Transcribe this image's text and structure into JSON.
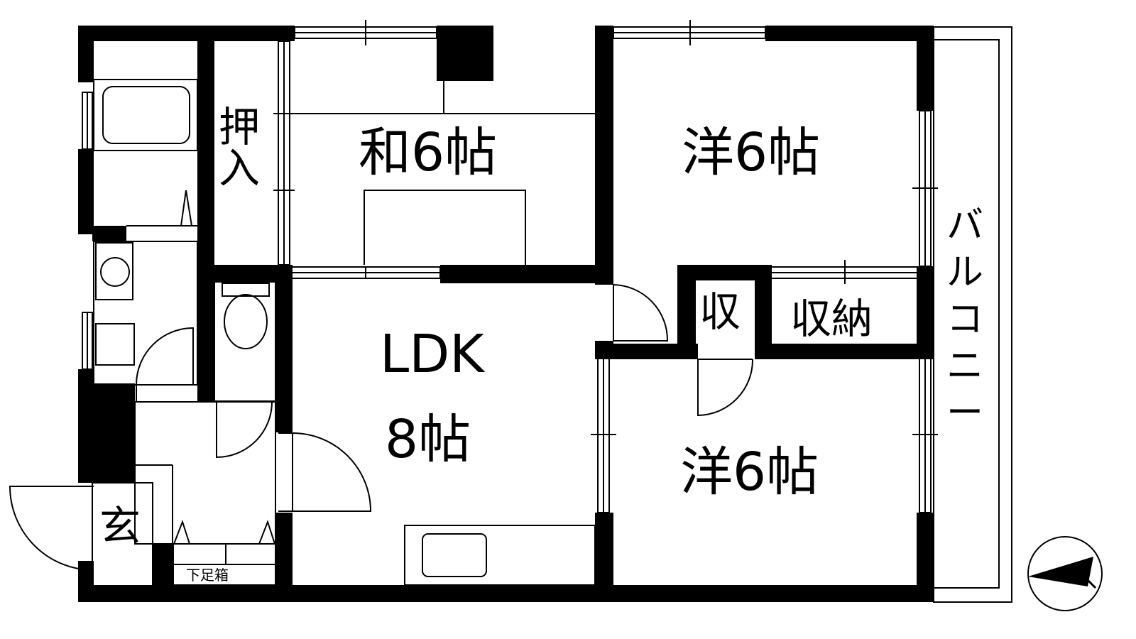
{
  "rooms": {
    "washitsu": {
      "name": "和6帖"
    },
    "yoshitsu_north": {
      "name": "洋6帖"
    },
    "yoshitsu_south": {
      "name": "洋6帖"
    },
    "ldk": {
      "line1": "LDK",
      "line2": "8帖"
    },
    "oshiire": {
      "chars": [
        "押",
        "入"
      ]
    },
    "shu": {
      "name": "収"
    },
    "shuno": {
      "name": "収納"
    },
    "genkan": {
      "name": "玄"
    },
    "getabako": {
      "name": "下足箱"
    },
    "balcony": {
      "chars": [
        "バ",
        "ル",
        "コ",
        "ニ",
        "ー"
      ]
    }
  },
  "colors": {
    "wall": "#000000",
    "background": "#ffffff",
    "line": "#000000"
  }
}
